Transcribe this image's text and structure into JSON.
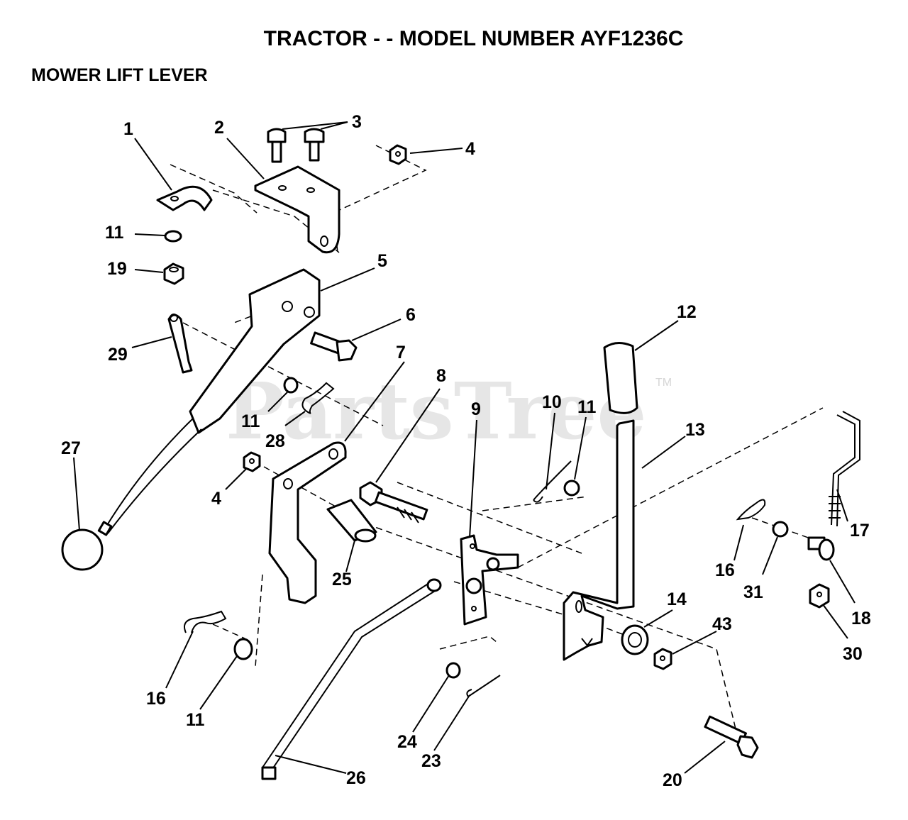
{
  "title": "TRACTOR - - MODEL NUMBER AYF1236C",
  "subtitle": "MOWER LIFT LEVER",
  "watermark": "PartsTree",
  "watermark_tm": "TM",
  "callouts": [
    {
      "id": "c1",
      "label": "1"
    },
    {
      "id": "c2",
      "label": "2"
    },
    {
      "id": "c3",
      "label": "3"
    },
    {
      "id": "c4a",
      "label": "4"
    },
    {
      "id": "c4b",
      "label": "4"
    },
    {
      "id": "c5",
      "label": "5"
    },
    {
      "id": "c6",
      "label": "6"
    },
    {
      "id": "c7",
      "label": "7"
    },
    {
      "id": "c8",
      "label": "8"
    },
    {
      "id": "c9",
      "label": "9"
    },
    {
      "id": "c10",
      "label": "10"
    },
    {
      "id": "c11a",
      "label": "11"
    },
    {
      "id": "c11b",
      "label": "11"
    },
    {
      "id": "c11c",
      "label": "11"
    },
    {
      "id": "c11d",
      "label": "11"
    },
    {
      "id": "c12",
      "label": "12"
    },
    {
      "id": "c13",
      "label": "13"
    },
    {
      "id": "c14",
      "label": "14"
    },
    {
      "id": "c16a",
      "label": "16"
    },
    {
      "id": "c16b",
      "label": "16"
    },
    {
      "id": "c17",
      "label": "17"
    },
    {
      "id": "c18",
      "label": "18"
    },
    {
      "id": "c19",
      "label": "19"
    },
    {
      "id": "c20",
      "label": "20"
    },
    {
      "id": "c23",
      "label": "23"
    },
    {
      "id": "c24",
      "label": "24"
    },
    {
      "id": "c25",
      "label": "25"
    },
    {
      "id": "c26",
      "label": "26"
    },
    {
      "id": "c27",
      "label": "27"
    },
    {
      "id": "c28",
      "label": "28"
    },
    {
      "id": "c29",
      "label": "29"
    },
    {
      "id": "c30",
      "label": "30"
    },
    {
      "id": "c31",
      "label": "31"
    },
    {
      "id": "c43",
      "label": "43"
    }
  ]
}
